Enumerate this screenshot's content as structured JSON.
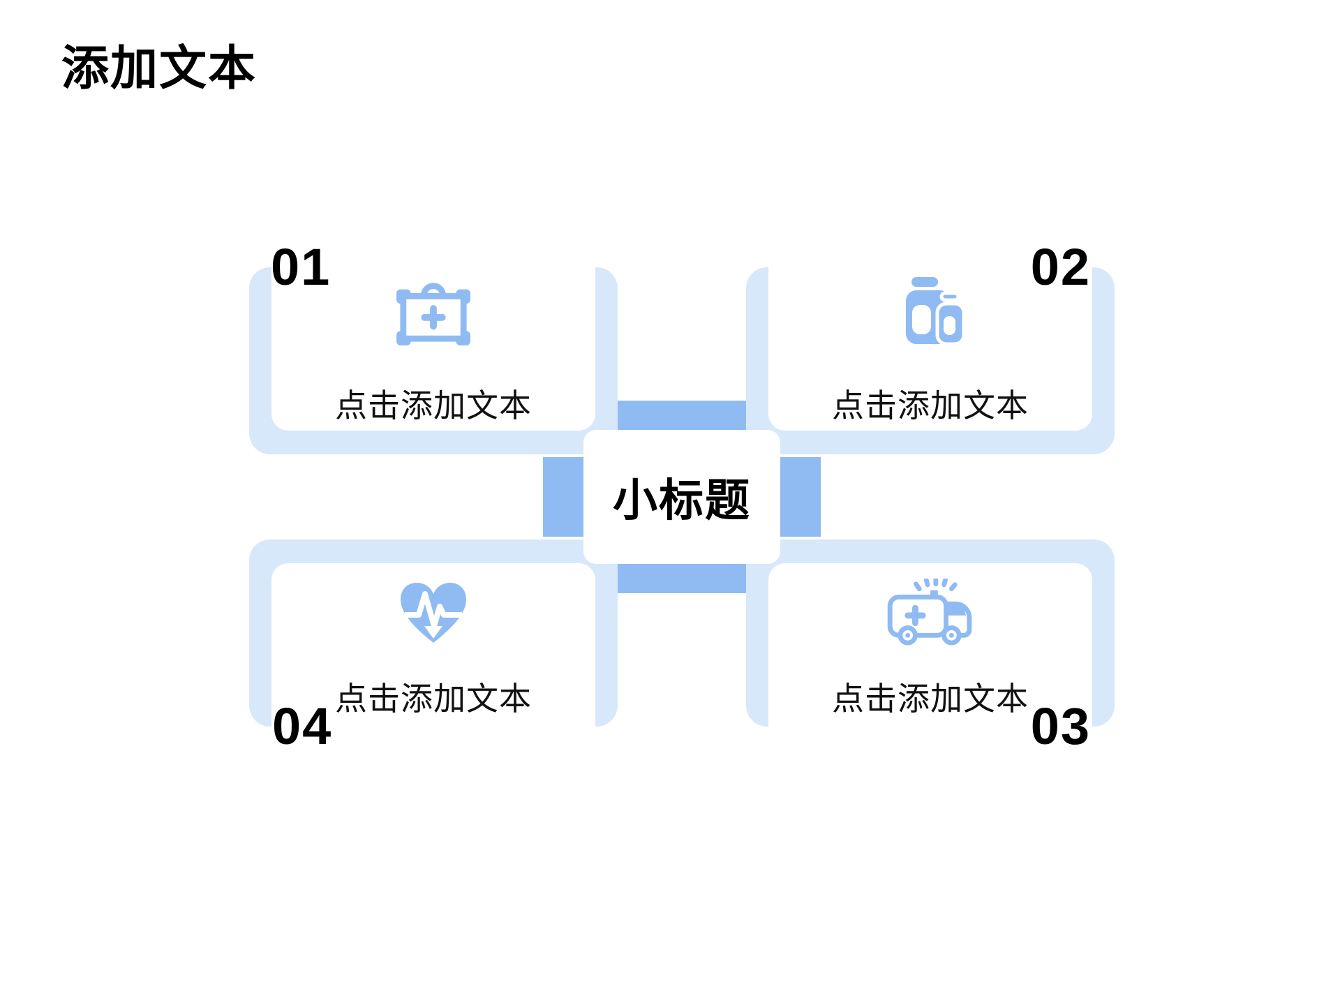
{
  "slide": {
    "title": "添加文本",
    "background": "#FFFFFF"
  },
  "colors": {
    "light_blue": "#D7E8FB",
    "medium_blue": "#8FBBF2",
    "text": "#000000"
  },
  "center": {
    "label": "小标题"
  },
  "cards": [
    {
      "number": "01",
      "icon": "first-aid-kit-icon",
      "label": "点击添加文本",
      "position": "top-left"
    },
    {
      "number": "02",
      "icon": "medicine-bottles-icon",
      "label": "点击添加文本",
      "position": "top-right"
    },
    {
      "number": "03",
      "icon": "ambulance-icon",
      "label": "点击添加文本",
      "position": "bottom-right"
    },
    {
      "number": "04",
      "icon": "heart-pulse-icon",
      "label": "点击添加文本",
      "position": "bottom-left"
    }
  ]
}
